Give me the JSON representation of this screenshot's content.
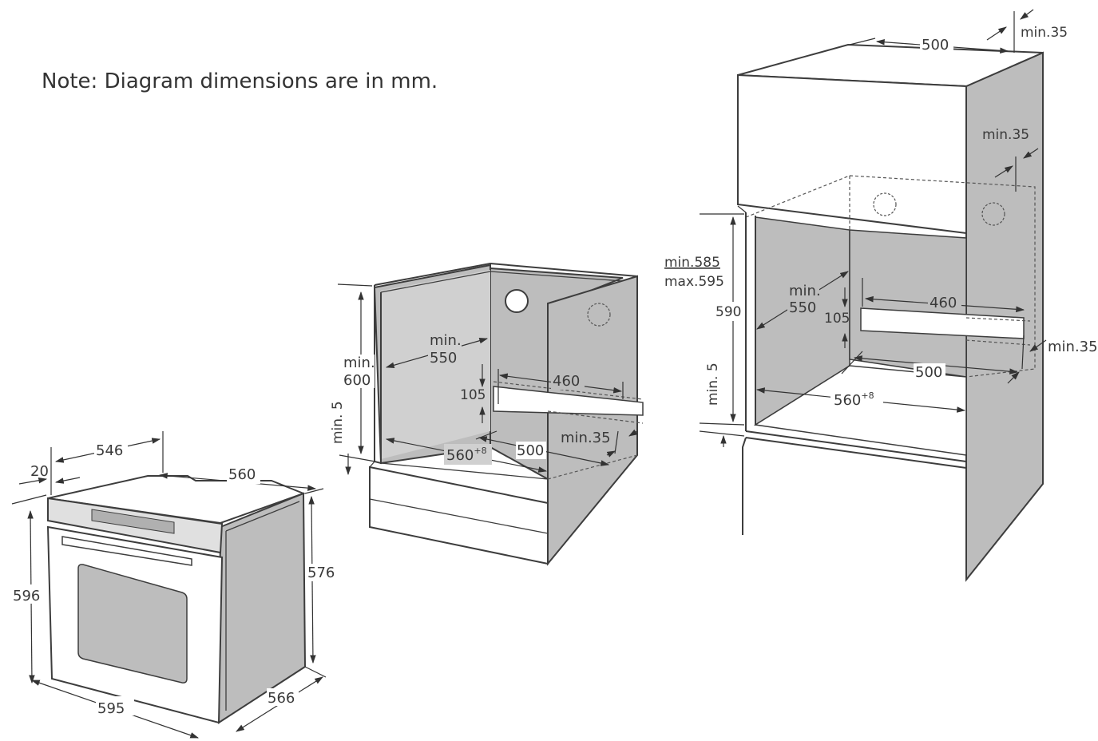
{
  "note": "Note: Diagram dimensions are in mm.",
  "colors": {
    "panel": "#bdbdbd",
    "panel_light": "#d4d4d4",
    "line": "#3d3d3d",
    "white": "#ffffff"
  },
  "oven": {
    "width": "595",
    "height": "596",
    "body_height": "576",
    "depth_total": "566",
    "body_depth": "546",
    "body_width": "560",
    "front_panel": "20"
  },
  "under_counter": {
    "min_label": "min.",
    "min_height": "600",
    "min_depth_label": "min.",
    "min_depth": "550",
    "vent_height": "105",
    "vent_width": "460",
    "opening_width": "560",
    "opening_tolerance": "+8",
    "back_gap_width": "500",
    "back_gap": "min.35",
    "floor_gap": "min. 5"
  },
  "tall_unit": {
    "top_width": "500",
    "top_gap": "min.35",
    "rear_gap": "min.35",
    "range_min": "min.585",
    "range_max": "max.595",
    "height": "590",
    "min_label": "min.",
    "min_depth": "550",
    "vent_height": "105",
    "vent_width": "460",
    "back_width": "500",
    "side_gap": "min.35",
    "opening_width": "560",
    "opening_tolerance": "+8",
    "floor_gap": "min. 5"
  }
}
